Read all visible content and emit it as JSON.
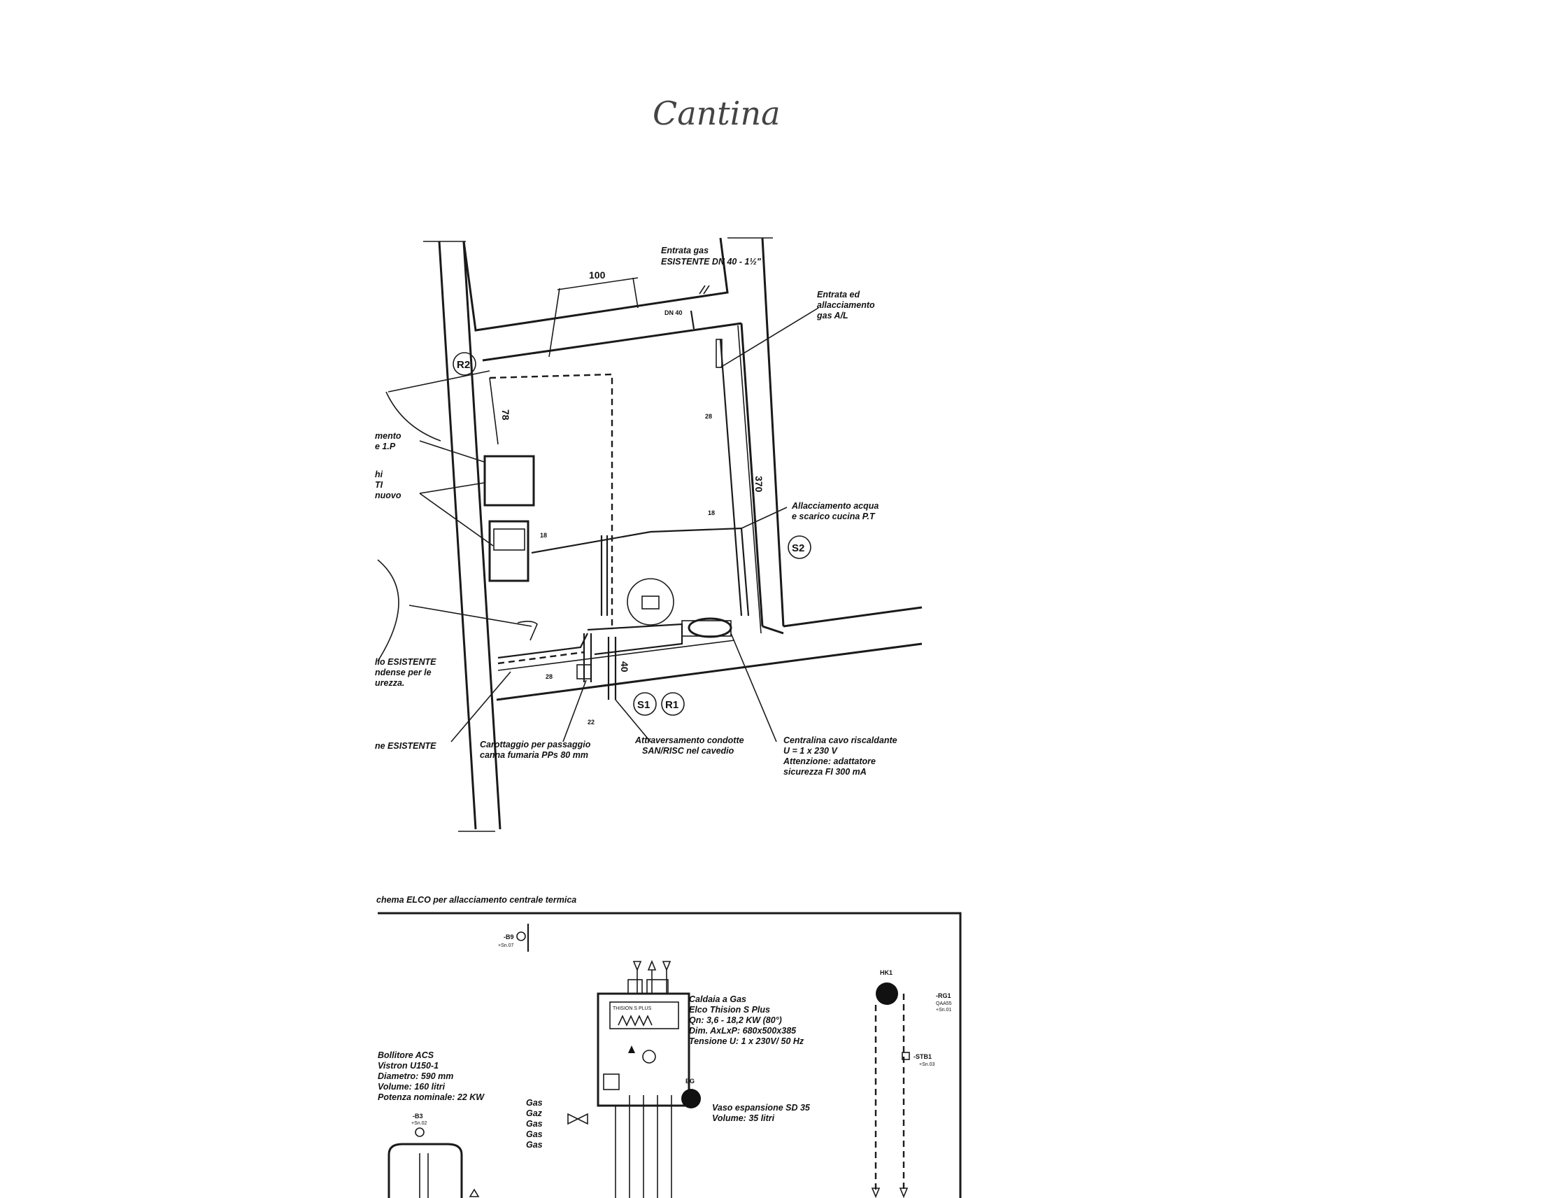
{
  "handwritten_title": "Cantina",
  "plan": {
    "labels": {
      "gas_entry": [
        "Entrata gas",
        "ESISTENTE DN 40 - 1½\""
      ],
      "gas_connection": [
        "Entrata ed",
        "allacciamento",
        "gas A/L"
      ],
      "water_connection": [
        "Allacciamento acqua",
        "e scarico cucina P.T"
      ],
      "left_cut_1": [
        "mento",
        "e 1.P"
      ],
      "left_cut_2": [
        "hi",
        "TI",
        "nuovo"
      ],
      "left_cut_3": [
        "llo ESISTENTE",
        "ndense per le",
        "urezza."
      ],
      "left_cut_4": "ne ESISTENTE",
      "coring": [
        "Carottaggio per passaggio",
        "canna fumaria  PPs 80 mm"
      ],
      "crossing": [
        "Attraversamento condotte",
        "SAN/RISC nel cavedio"
      ],
      "heating_unit": [
        "Centralina cavo riscaldante",
        "U = 1 x 230 V",
        "Attenzione: adattatore",
        "sicurezza FI 300 mA"
      ]
    },
    "dimensions": {
      "d100": "100",
      "d78": "78",
      "d370": "370",
      "d40": "40",
      "dn40": "DN 40",
      "p28a": "28",
      "p28b": "28",
      "p18a": "18",
      "p18b": "18",
      "p22": "22"
    },
    "markers": {
      "r2": "R2",
      "s2": "S2",
      "s1": "S1",
      "r1": "R1"
    }
  },
  "scheme": {
    "title": "chema ELCO per allacciamento centrale termica",
    "b9": "-B9",
    "b9_sub": "+Sn.07",
    "hk1": "HK1",
    "rg1": "-RG1",
    "rg1_sub": [
      "QAA55",
      "+Sn.01"
    ],
    "stb1": "-STB1",
    "stb1_sub": "+Sn.03",
    "eg": "EG",
    "b3": "-B3",
    "b3_sub": "+Sn.02",
    "boiler_badge": "THISION S PLUS",
    "boiler": [
      "Caldaia a Gas",
      "Elco Thision S Plus",
      "Qn: 3,6 - 18,2 KW (80°)",
      "Dim. AxLxP: 680x500x385",
      "Tensione U: 1 x 230V/ 50 Hz"
    ],
    "tank": [
      "Bollitore ACS",
      "Vistron U150-1",
      "Diametro: 590 mm",
      "Volume: 160 litri",
      "Potenza nominale: 22 KW"
    ],
    "gas_column": [
      "Gas",
      "Gaz",
      "Gas",
      "Gas",
      "Gas"
    ],
    "vessel": [
      "Vaso espansione SD 35",
      "Volume: 35 litri"
    ]
  }
}
